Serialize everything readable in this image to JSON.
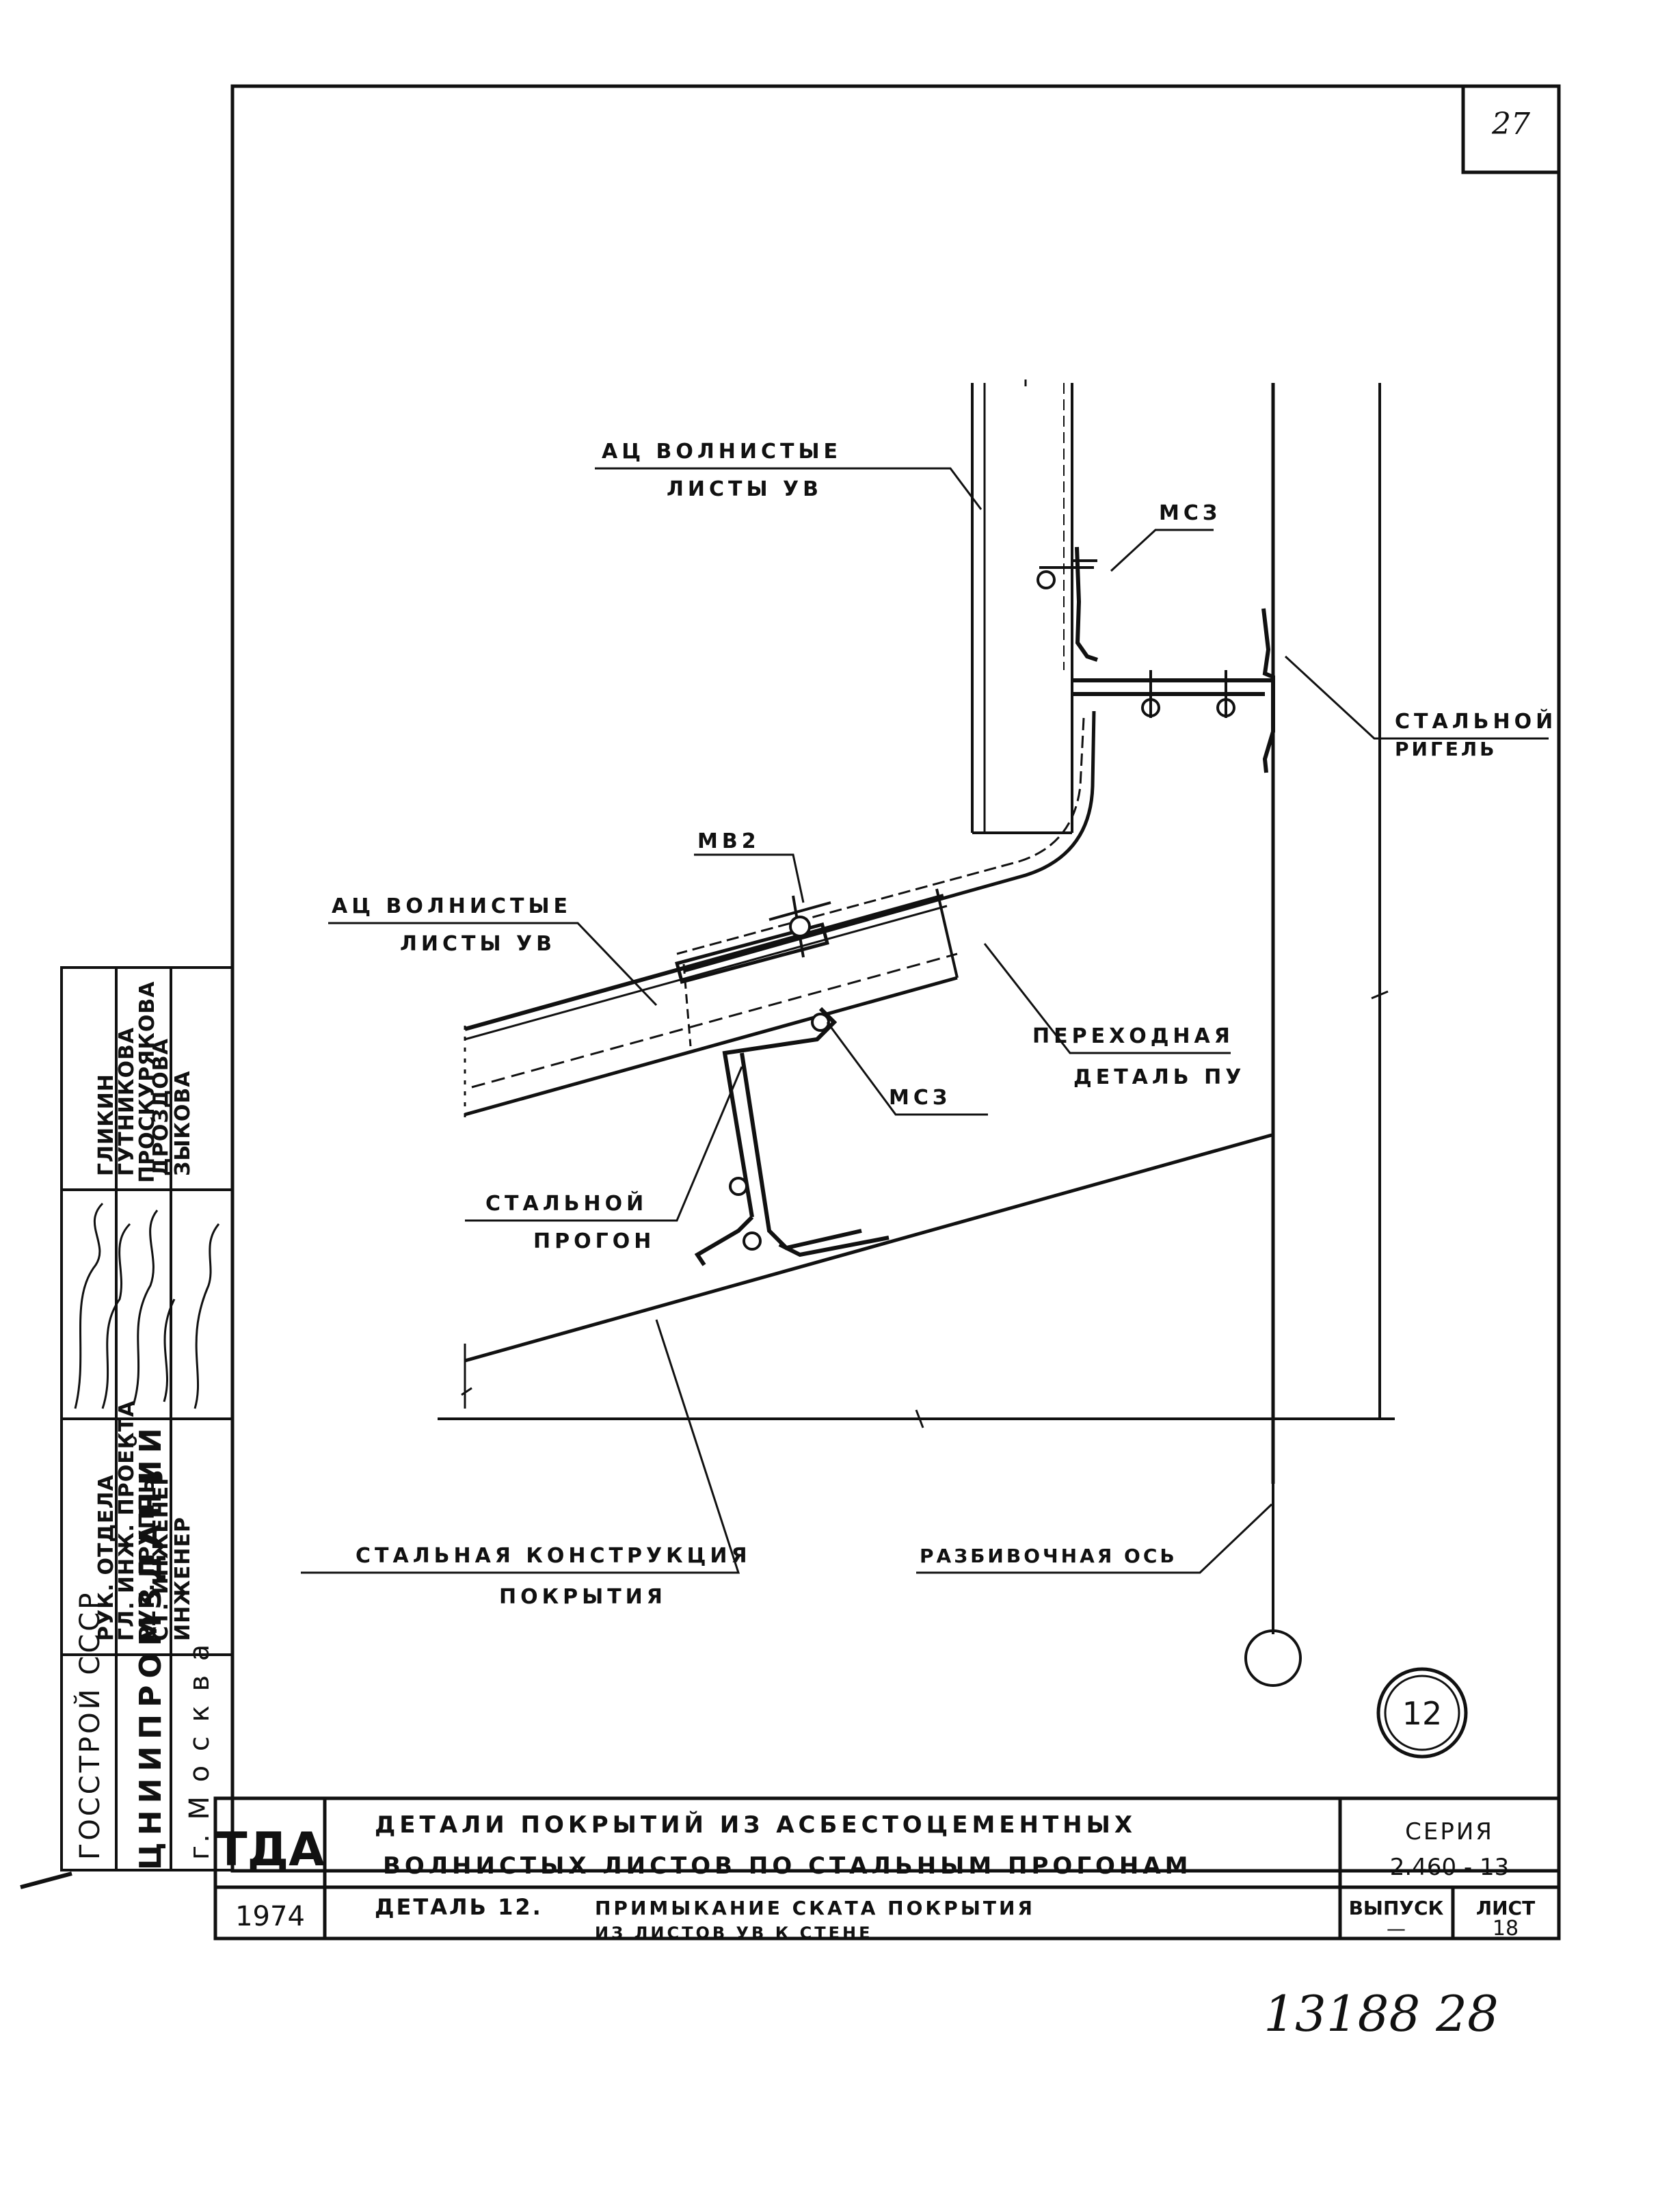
{
  "sheet": {
    "page_number": "27",
    "bottom_handwritten": "13188  28",
    "detail_circle_number": "12"
  },
  "labels": {
    "top_sheets": [
      "АЦ ВОЛНИСТЫЕ",
      "ЛИСТЫ УВ"
    ],
    "mcs_top": "МСЗ",
    "steel_girt": [
      "СТАЛЬНОЙ",
      "РИГЕЛЬ"
    ],
    "mb2": "МВ2",
    "lower_sheets": [
      "АЦ ВОЛНИСТЫЕ",
      "ЛИСТЫ УВ"
    ],
    "transition_piece": [
      "ПЕРЕХОДНАЯ",
      "ДЕТАЛЬ ПУ"
    ],
    "mcs_bottom": "МСЗ",
    "steel_purlin": [
      "СТАЛЬНОЙ",
      "ПРОГОН"
    ],
    "roof_structure": [
      "СТАЛЬНАЯ КОНСТРУКЦИЯ",
      "ПОКРЫТИЯ"
    ],
    "grid_axis": "РАЗБИВОЧНАЯ ОСЬ"
  },
  "side_stamp": {
    "org_lines": [
      "ГОССТРОЙ  СССР",
      "ЦНИИПРОМЗДАНИЙ",
      "г. М о с к в а"
    ],
    "roles": [
      "РУК. ОТДЕЛА",
      "ГЛ. ИНЖ. ПРОЕКТА",
      "РУК. ГРУППЫ",
      "СТ. ИНЖЕНЕР",
      "ИНЖЕНЕР"
    ],
    "names": [
      "ГЛИКИН",
      "ГУТНИКОВА",
      "ПРОСКУРЯКОВА",
      "ДРОЗДОВА",
      "ЗЫКОВА"
    ]
  },
  "title_block": {
    "code": "ТДА",
    "year": "1974",
    "title_line1": "ДЕТАЛИ  ПОКРЫТИЙ  ИЗ  АСБЕСТОЦЕМЕНТНЫХ",
    "title_line2": "ВОЛНИСТЫХ  ЛИСТОВ  ПО  СТАЛЬНЫМ  ПРОГОНАМ",
    "detail_label": "ДЕТАЛЬ 12.",
    "detail_line1": "ПРИМЫКАНИЕ  СКАТА  ПОКРЫТИЯ",
    "detail_line2": "ИЗ  ЛИСТОВ  УВ  К  СТЕНЕ",
    "series_label": "СЕРИЯ",
    "series_value": "2.460 - 13",
    "issue_label": "ВЫПУСК",
    "issue_value": "—",
    "sheet_label": "ЛИСТ",
    "sheet_value": "18"
  }
}
